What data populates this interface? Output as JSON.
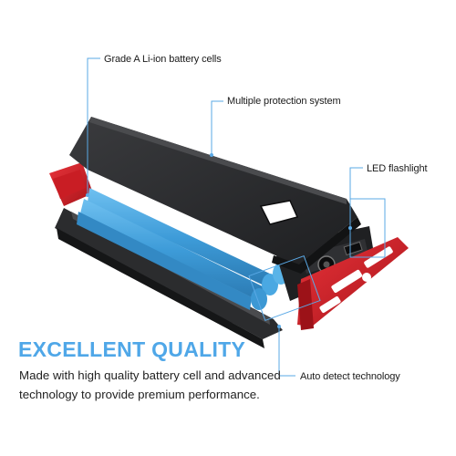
{
  "callouts": {
    "battery_cells": "Grade A Li-ion battery cells",
    "protection": "Multiple protection system",
    "flashlight": "LED flashlight",
    "auto_detect": "Auto detect technology"
  },
  "headline": "EXCELLENT QUALITY",
  "description": {
    "line1": "Made with high quality battery cell and advanced",
    "line2": "technology to provide premium performance."
  },
  "colors": {
    "accent_blue": "#4fa7e8",
    "callout_line": "#5aa9e6",
    "shell_black": "#2a2b2d",
    "cell_blue": "#3d9bd8",
    "end_cap_red": "#d41e26"
  }
}
